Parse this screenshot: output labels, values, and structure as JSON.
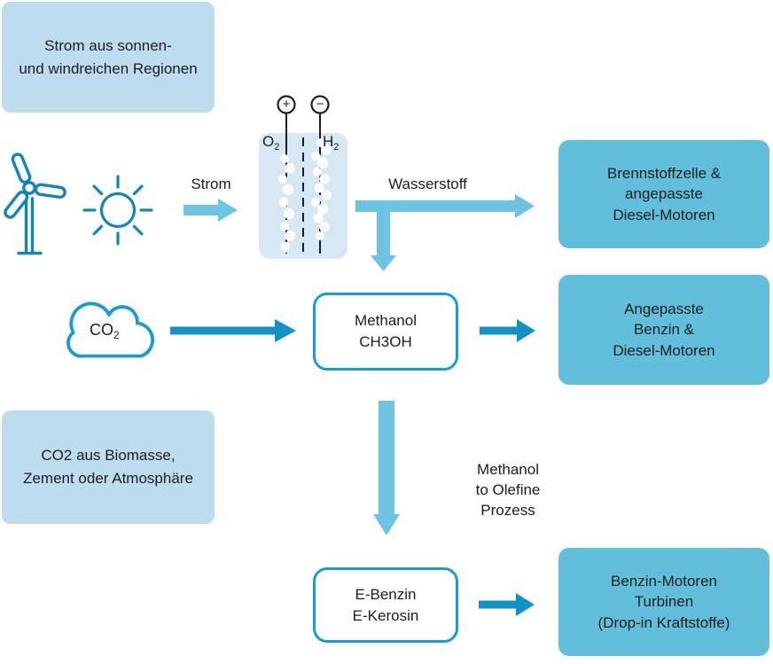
{
  "colors": {
    "light_box_bg": "#BDDDEF",
    "output_box_bg": "#62BFDC",
    "cell_bg": "#D7E8F4",
    "arrow_light": "#6CC3E2",
    "arrow_dark": "#1292C6",
    "icon_stroke": "#1286B8",
    "cloud_stroke": "#1A9CD1",
    "process_box_border": "#189CD4",
    "text": "#1D1D1B"
  },
  "source_box": {
    "line1": "Strom aus sonnen-",
    "line2": "und windreichen Regionen"
  },
  "co2_box": {
    "line1": "CO2 aus Biomasse,",
    "line2": "Zement oder Atmosphäre"
  },
  "electrolyzer": {
    "plus_label": "+",
    "minus_label": "−",
    "oxygen": "O",
    "oxygen_sub": "2",
    "hydrogen": "H",
    "hydrogen_sub": "2"
  },
  "cloud": {
    "formula": "CO",
    "formula_sub": "2"
  },
  "labels": {
    "strom": "Strom",
    "wasserstoff": "Wasserstoff",
    "mto_line1": "Methanol",
    "mto_line2": "to Olefine",
    "mto_line3": "Prozess"
  },
  "methanol_box": {
    "line1": "Methanol",
    "line2": "CH3OH"
  },
  "efuel_box": {
    "line1": "E-Benzin",
    "line2": "E-Kerosin"
  },
  "output_boxes": {
    "fuel_cell": {
      "line1": "Brennstoffzelle &",
      "line2": "angepasste",
      "line3": "Diesel-Motoren"
    },
    "adapted_engines": {
      "line1": "Angepasste",
      "line2": "Benzin &",
      "line3": "Diesel-Motoren"
    },
    "gasoline_engines": {
      "line1": "Benzin-Motoren",
      "line2": "Turbinen",
      "line3": "(Drop-in Kraftstoffe)"
    }
  }
}
